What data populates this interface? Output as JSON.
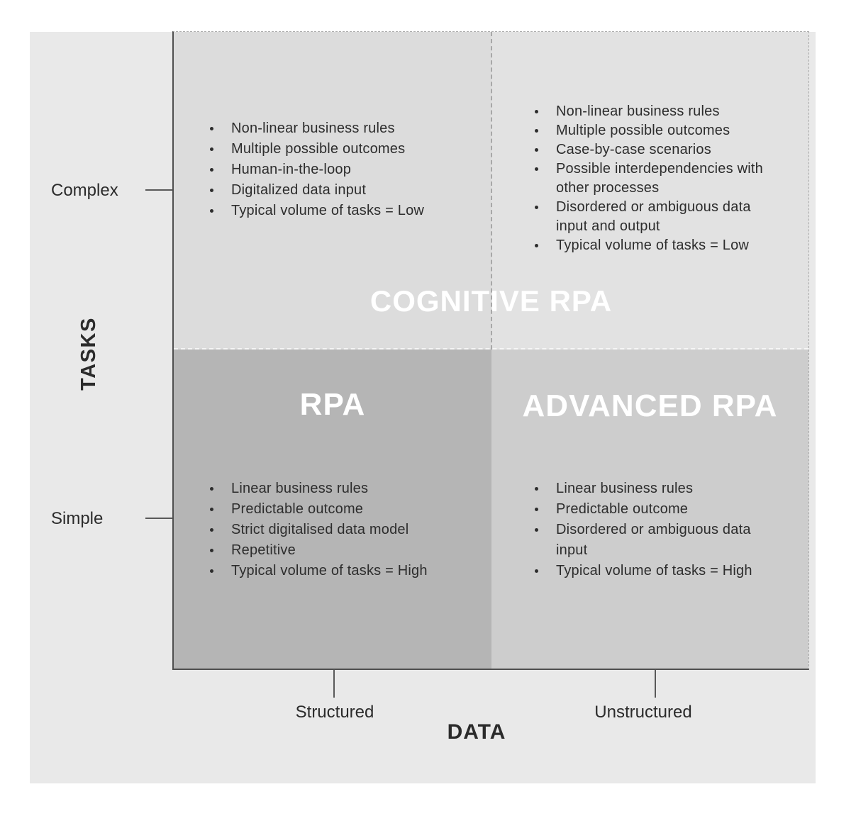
{
  "colors": {
    "panel_bg": "#e9e9e9",
    "quad_top_left_bg": "#dcdcdc",
    "quad_top_right_bg": "#e2e2e2",
    "quad_bottom_left_bg": "#b5b5b5",
    "quad_bottom_right_bg": "#cdcdcd",
    "title_text": "#ffffff",
    "body_text": "#2d2d2d",
    "axis_line": "#595959"
  },
  "y_axis": {
    "label": "TASKS",
    "top_tick_label": "Complex",
    "bottom_tick_label": "Simple"
  },
  "x_axis": {
    "label": "DATA",
    "left_tick_label": "Structured",
    "right_tick_label": "Unstructured"
  },
  "quadrants": {
    "cognitive": {
      "title": "COGNITIVE RPA",
      "left_items": [
        "Non-linear business rules",
        "Multiple possible outcomes",
        "Human-in-the-loop",
        "Digitalized data input",
        "Typical volume of tasks = Low"
      ],
      "right_items": [
        "Non-linear business rules",
        "Multiple possible outcomes",
        "Case-by-case scenarios",
        "Possible interdependencies with\nother processes",
        "Disordered or ambiguous data\ninput and output",
        "Typical volume of tasks = Low"
      ]
    },
    "rpa": {
      "title": "RPA",
      "items": [
        "Linear business rules",
        "Predictable outcome",
        "Strict digitalised data model",
        "Repetitive",
        "Typical volume of tasks =  High"
      ]
    },
    "advanced": {
      "title": "ADVANCED RPA",
      "items": [
        "Linear business rules",
        "Predictable outcome",
        "Disordered or ambiguous data\ninput",
        "Typical volume of tasks = High"
      ]
    }
  }
}
